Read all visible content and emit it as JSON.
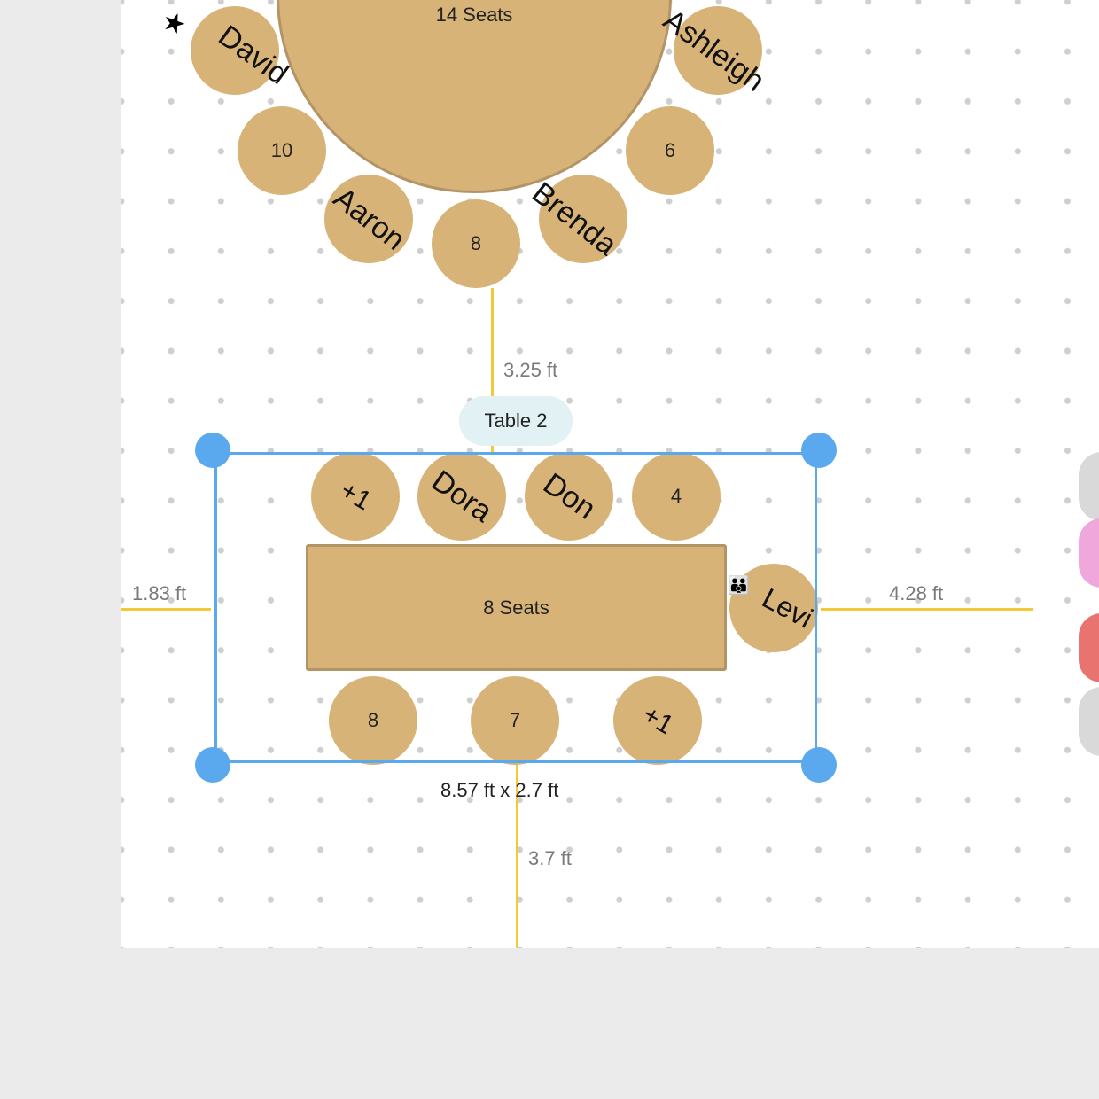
{
  "round_table": {
    "label": "14 Seats",
    "seats": [
      {
        "label": "David",
        "icon": "star-icon"
      },
      {
        "label": "10"
      },
      {
        "label": "Aaron"
      },
      {
        "label": "8"
      },
      {
        "label": "Brenda"
      },
      {
        "label": "6"
      },
      {
        "label": "Ashleigh"
      }
    ]
  },
  "table2": {
    "name": "Table 2",
    "label": "8 Seats",
    "dimensions": "8.57 ft x 2.7 ft",
    "top_seats": [
      "+1",
      "Dora",
      "Don",
      "4"
    ],
    "bottom_seats": [
      "8",
      "7",
      "+1"
    ],
    "end_seat": {
      "label": "Levi",
      "icon": "family-icon"
    }
  },
  "measurements": {
    "top": "3.25 ft",
    "left": "1.83 ft",
    "right": "4.28 ft",
    "bottom": "3.7 ft"
  },
  "colors": {
    "table": "#d8b378",
    "selection": "#5aa8ee",
    "guide": "#f5c83a",
    "blob_pink": "#f0a8dc",
    "blob_red": "#e8736f",
    "blob_gray": "#d9d9d9"
  }
}
